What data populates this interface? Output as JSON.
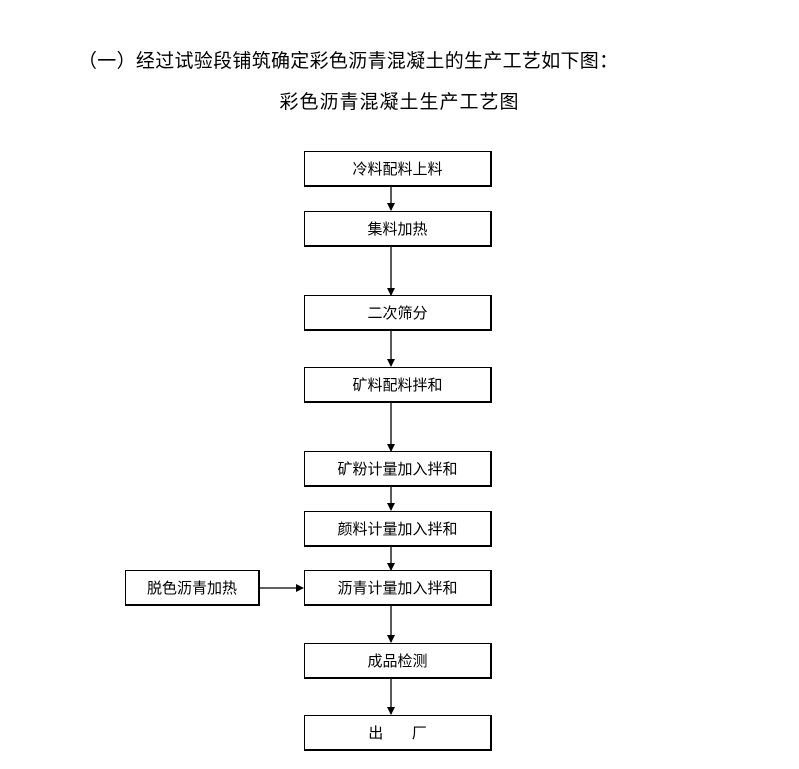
{
  "heading": "（一）经过试验段铺筑确定彩色沥青混凝土的生产工艺如下图：",
  "subtitle": "彩色沥青混凝土生产工艺图",
  "steps": [
    "冷料配料上料",
    "集料加热",
    "二次筛分",
    "矿料配料拌和",
    "矿粉计量加入拌和",
    "颜料计量加入拌和",
    "沥青计量加入拌和",
    "成品检测",
    "出      厂"
  ],
  "side_input": "脱色沥青加热"
}
